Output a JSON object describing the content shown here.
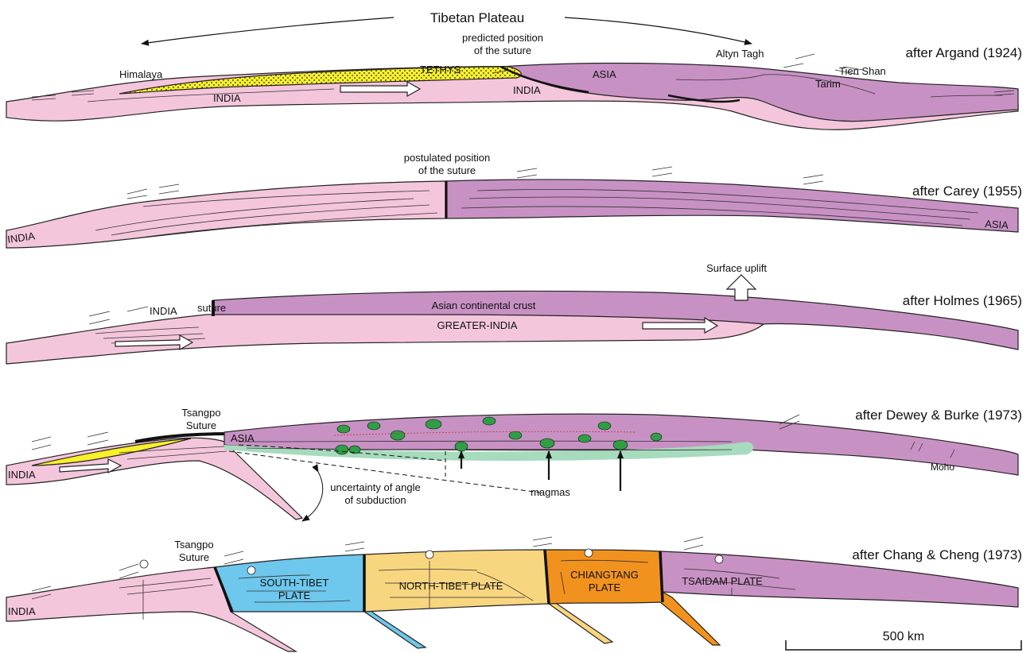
{
  "colors": {
    "india": "#f4c6dc",
    "asia": "#c891c4",
    "tethys": "#f7f02a",
    "magma": "#2f9e44",
    "green_zone": "#a6dbbd",
    "south_tibet": "#6ec7ec",
    "north_tibet": "#f8d57f",
    "chiangtang": "#f2921e",
    "outline": "#222222"
  },
  "header": {
    "plateau_label": "Tibetan Plateau"
  },
  "panels": [
    {
      "title": "after Argand (1924)",
      "labels": {
        "predicted_suture": [
          "predicted position",
          "of the suture"
        ],
        "himalaya": "Himalaya",
        "tethys": "TETHYS",
        "india_left": "INDIA",
        "india_right": "INDIA",
        "asia": "ASIA",
        "altyn_tagh": "Altyn Tagh",
        "tien_shan": "Tien Shan",
        "tarim": "Tarim"
      }
    },
    {
      "title": "after Carey (1955)",
      "labels": {
        "postulated_suture": [
          "postulated position",
          "of the suture"
        ],
        "india": "INDIA",
        "asia": "ASIA"
      }
    },
    {
      "title": "after Holmes (1965)",
      "labels": {
        "surface_uplift": "Surface uplift",
        "india": "INDIA",
        "suture": "suture",
        "asian_crust": "Asian continental crust",
        "greater_india": "GREATER-INDIA"
      }
    },
    {
      "title": "after Dewey & Burke (1973)",
      "labels": {
        "tsangpo_suture": [
          "Tsangpo",
          "Suture"
        ],
        "asia": "ASIA",
        "india": "INDIA",
        "uncertainty": [
          "uncertainty of angle",
          "of subduction"
        ],
        "magmas": "magmas",
        "moho": "Moho"
      }
    },
    {
      "title": "after Chang & Cheng (1973)",
      "labels": {
        "tsangpo_suture": [
          "Tsangpo",
          "Suture"
        ],
        "india": "INDIA",
        "south_tibet": [
          "SOUTH-TIBET",
          "PLATE"
        ],
        "north_tibet": "NORTH-TIBET PLATE",
        "chiangtang": [
          "CHIANGTANG",
          "PLATE"
        ],
        "tsaidam": "TSAIDAM PLATE"
      }
    }
  ],
  "scale_bar": {
    "label": "500 km"
  }
}
